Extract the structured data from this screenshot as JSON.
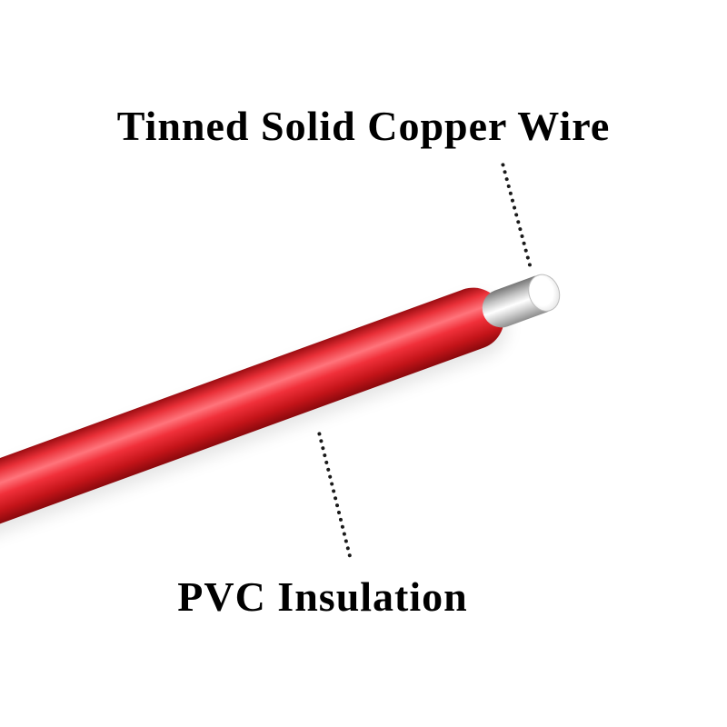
{
  "image": {
    "background": "#ffffff",
    "labels": {
      "top": "Tinned Solid Copper Wire",
      "bottom": "PVC Insulation"
    },
    "colors": {
      "insulation_red": "#e8232e",
      "tinned_core_silver": "#d9d9d9",
      "leader_line": "#1a1a1a",
      "text": "#000000"
    },
    "icons": {
      "leader_top": "dotted-leader-line",
      "leader_bottom": "dotted-leader-line"
    }
  }
}
